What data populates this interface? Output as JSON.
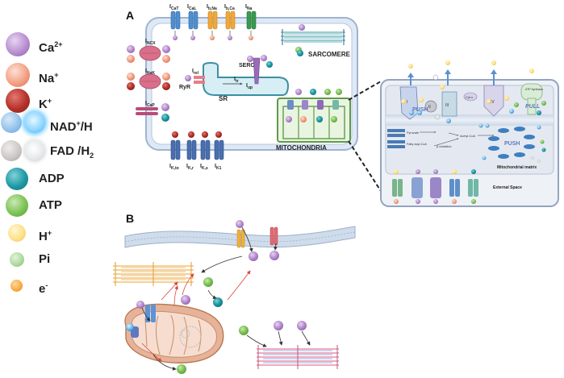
{
  "legend": {
    "items": [
      {
        "key": "ca",
        "label": "Ca",
        "sup": "2+",
        "color": "#b98fd0"
      },
      {
        "key": "na",
        "label": "Na",
        "sup": "+",
        "color": "#f4a184"
      },
      {
        "key": "k",
        "label": "K",
        "sup": "+",
        "color": "#b5312a"
      },
      {
        "key": "nad",
        "label": "NAD",
        "sup": "+",
        "suffix": "/H",
        "color": "#8fc0ea",
        "color2": "#4fb6f4"
      },
      {
        "key": "fad",
        "label": "FAD /H",
        "sub": "2",
        "color": "#c9c5c3",
        "color2": "#e4e8ea"
      },
      {
        "key": "adp",
        "label": "ADP",
        "color": "#1e9aa5"
      },
      {
        "key": "atp",
        "label": "ATP",
        "color": "#7dc355"
      },
      {
        "key": "h",
        "label": "H",
        "sup": "+",
        "color": "#fbe083"
      },
      {
        "key": "pi",
        "label": "Pi",
        "color": "#a9d89a"
      },
      {
        "key": "e",
        "label": "e",
        "sup": "-",
        "color": "#f5a940"
      }
    ]
  },
  "panel_a": {
    "letter": "A",
    "top_channels": [
      {
        "base": "I",
        "sub": "CaT",
        "color": "#4f8fd0"
      },
      {
        "base": "I",
        "sub": "CaL",
        "color": "#4f8fd0"
      },
      {
        "base": "I",
        "sub": "b,Na",
        "color": "#f0a83a"
      },
      {
        "base": "I",
        "sub": "b,Ca",
        "color": "#f0a83a"
      },
      {
        "base": "I",
        "sub": "Na",
        "color": "#3a9a4e"
      }
    ],
    "bottom_channels": [
      {
        "base": "I",
        "sub": "K,to"
      },
      {
        "base": "I",
        "sub": "K,r"
      },
      {
        "base": "I",
        "sub": "K,s"
      },
      {
        "base": "I",
        "sub": "K1"
      }
    ],
    "left_transporters": [
      {
        "base": "I",
        "sub": "NCX"
      },
      {
        "base": "I",
        "sub": "NaK"
      },
      {
        "base": "I",
        "sub": "CaP"
      }
    ],
    "sr": {
      "label": "SR",
      "serca": "SERCA",
      "ryr": "RyR",
      "irel": {
        "base": "I",
        "sub": "rel"
      },
      "itr": {
        "base": "I",
        "sub": "tr"
      },
      "iup": {
        "base": "I",
        "sub": "up"
      }
    },
    "sarcomere_label": "SARCOMERE",
    "mitochondria_label": "MITOCHONDRIA",
    "zoom": {
      "complexes": [
        "I",
        "II",
        "III",
        "Cyt c",
        "IV",
        "ATP Synthase"
      ],
      "push_top": "PUSH",
      "pull": "PULL",
      "push_mid": "PUSH",
      "pyruvate": "Pyruvate",
      "fatty_acyl": "Fatty acyl-CoA",
      "beta_ox": "β oxidation",
      "acetyl": "Acetyl-CoA",
      "matrix_label": "Mitochondrial matrix",
      "external_label": "External Space"
    }
  },
  "panel_b": {
    "letter": "B"
  }
}
